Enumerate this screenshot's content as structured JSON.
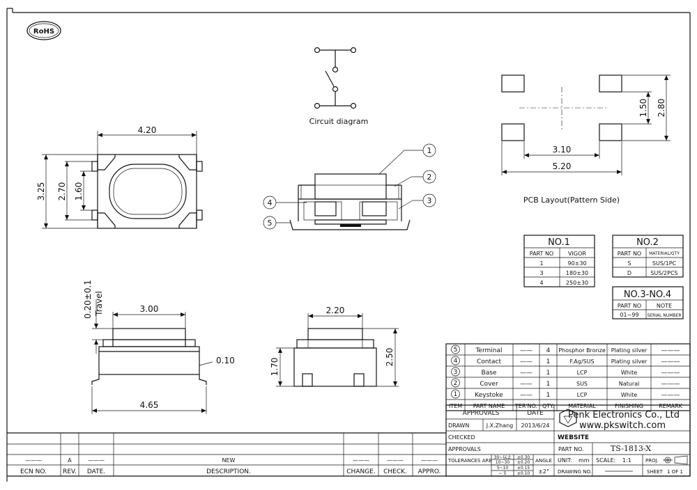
{
  "rohs": "RoHS",
  "circuit_caption": "Circuit diagram",
  "pcb_caption": "PCB Layout(Pattern Side)",
  "dims": {
    "top_w": "4.20",
    "top_h": "3.25",
    "top_h2": "2.70",
    "top_h3": "1.60",
    "pcb_h1": "1.50",
    "pcb_h2": "2.80",
    "pcb_w1": "3.10",
    "pcb_w2": "5.20",
    "travel": "0.20±0.1",
    "travel_label": "Travel",
    "front_w1": "3.00",
    "front_w2": "4.65",
    "front_gap": "0.10",
    "side_w": "2.20",
    "side_h1": "1.70",
    "side_h2": "2.50"
  },
  "callouts": [
    "1",
    "2",
    "3",
    "4",
    "5"
  ],
  "table_no1": {
    "title": "NO.1",
    "headers": [
      "PART NO",
      "VIGOR"
    ],
    "rows": [
      [
        "1",
        "90±30"
      ],
      [
        "3",
        "180±30"
      ],
      [
        "4",
        "250±30"
      ]
    ]
  },
  "table_no2": {
    "title": "NO.2",
    "headers": [
      "PART NO",
      "MATERIAL/QTY"
    ],
    "rows": [
      [
        "S",
        "SUS/1PC"
      ],
      [
        "D",
        "SUS/2PCS"
      ]
    ]
  },
  "table_no34": {
    "title": "NO.3-NO.4",
    "headers": [
      "PART NO",
      "NOTE"
    ],
    "rows": [
      [
        "01~99",
        "SERIAL NUMBER"
      ]
    ]
  },
  "bom": {
    "rows": [
      {
        "no": "5",
        "name": "Terminal",
        "ter": "——",
        "qty": "4",
        "material": "Phosphor Bronze",
        "finish": "Plating silver",
        "remark": "———"
      },
      {
        "no": "4",
        "name": "Contact",
        "ter": "——",
        "qty": "1",
        "material": "F.Ag/SUS",
        "finish": "Plating silver",
        "remark": "———"
      },
      {
        "no": "3",
        "name": "Base",
        "ter": "——",
        "qty": "1",
        "material": "LCP",
        "finish": "White",
        "remark": "———"
      },
      {
        "no": "2",
        "name": "Cover",
        "ter": "——",
        "qty": "1",
        "material": "SUS",
        "finish": "Natural",
        "remark": "———"
      },
      {
        "no": "1",
        "name": "Keystoke",
        "ter": "——",
        "qty": "1",
        "material": "LCP",
        "finish": "White",
        "remark": "———"
      }
    ],
    "headers": [
      "ITEM",
      "PART NAME",
      "TER'NO.",
      "QTY.",
      "MATERIAL",
      "FINISHING",
      "REMARK"
    ]
  },
  "title_block": {
    "approvals": "APPROVALS",
    "date": "DATE",
    "drawn": "DRAWN",
    "drawn_by": "J.X.Zhang",
    "drawn_date": "2013/6/24",
    "checked": "CHECKED",
    "approvals2": "APPROVALS",
    "company": "Penk Electronics Co., Ltd",
    "website_url": "www.pkswitch.com",
    "website": "WEBSITE",
    "part_no_label": "PART NO.",
    "part_no": "TS-1813-X",
    "tolerances": "TOLERANCES ARE",
    "tol_rows": [
      [
        "30~以上",
        "±0.30"
      ],
      [
        "10~30",
        "±0.20"
      ],
      [
        "5~10",
        "±0.15"
      ],
      [
        "~ 5",
        "±0.10"
      ]
    ],
    "angle": "ANGLE",
    "angle_val": "±2°",
    "unit": "UNIT:",
    "unit_val": "mm",
    "scale": "SCALE:",
    "scale_val": "1:1",
    "proj": "PROJ.",
    "drawing_no": "DRAWING NO.",
    "sheet": "SHEET",
    "sheet_val": "1 OF 1"
  },
  "revision": {
    "rev_val": "A",
    "dash": "———",
    "desc_val": "NEW",
    "headers": [
      "ECN NO.",
      "REV.",
      "DATE.",
      "DESCRIPTION.",
      "CHANGE.",
      "CHECK.",
      "APPRO."
    ]
  }
}
